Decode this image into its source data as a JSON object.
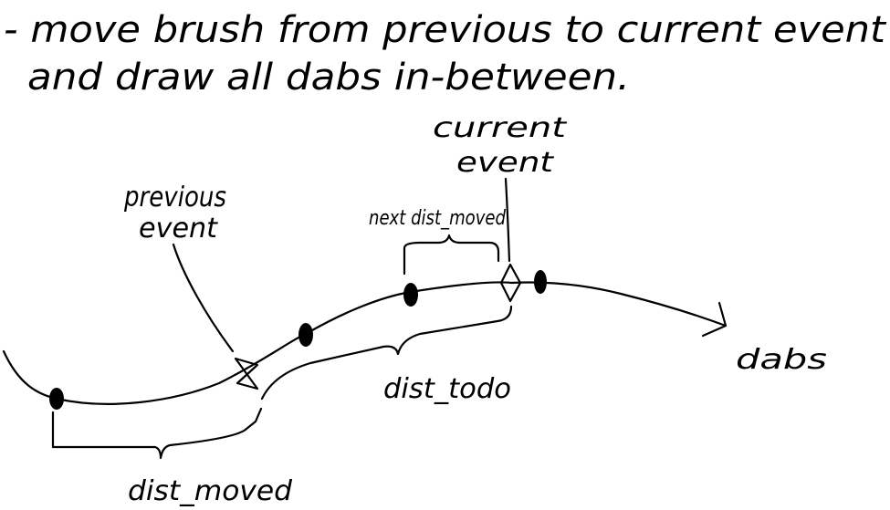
{
  "note": {
    "line1": "- move brush from previous to current event",
    "line2": "and draw all dabs in-between."
  },
  "labels": {
    "previous_event_line1": "previous",
    "previous_event_line2": "event",
    "current_event_line1": "current",
    "current_event_line2": "event",
    "next_dist_moved": "next dist_moved",
    "dist_todo": "dist_todo",
    "dist_moved": "dist_moved",
    "dabs": "dabs"
  },
  "colors": {
    "ink": "#000000",
    "paper": "#ffffff"
  }
}
